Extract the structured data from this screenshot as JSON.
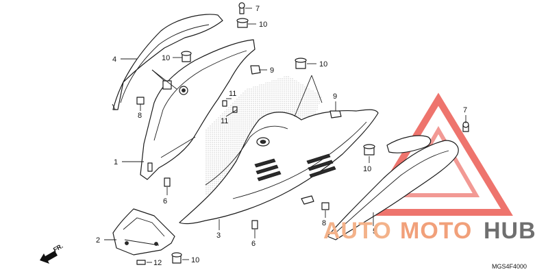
{
  "diagram_code": "MGS4F4000",
  "direction_label": "FR.",
  "watermark": {
    "auto": "AUTO",
    "moto": "MOTO",
    "hub": "HUB",
    "accent_color": "#e8453c"
  },
  "callouts": {
    "c7a": "7",
    "c10a": "10",
    "c4": "4",
    "c10b": "10",
    "c9a": "9",
    "c10c": "10",
    "c8a": "8",
    "c11a": "11",
    "c11b": "11",
    "c9b": "9",
    "c7b": "7",
    "c1": "1",
    "c10d": "10",
    "c6a": "6",
    "c5": "5",
    "c8b": "8",
    "c3": "3",
    "c6b": "6",
    "c2": "2",
    "c10e": "10",
    "c12": "12"
  }
}
